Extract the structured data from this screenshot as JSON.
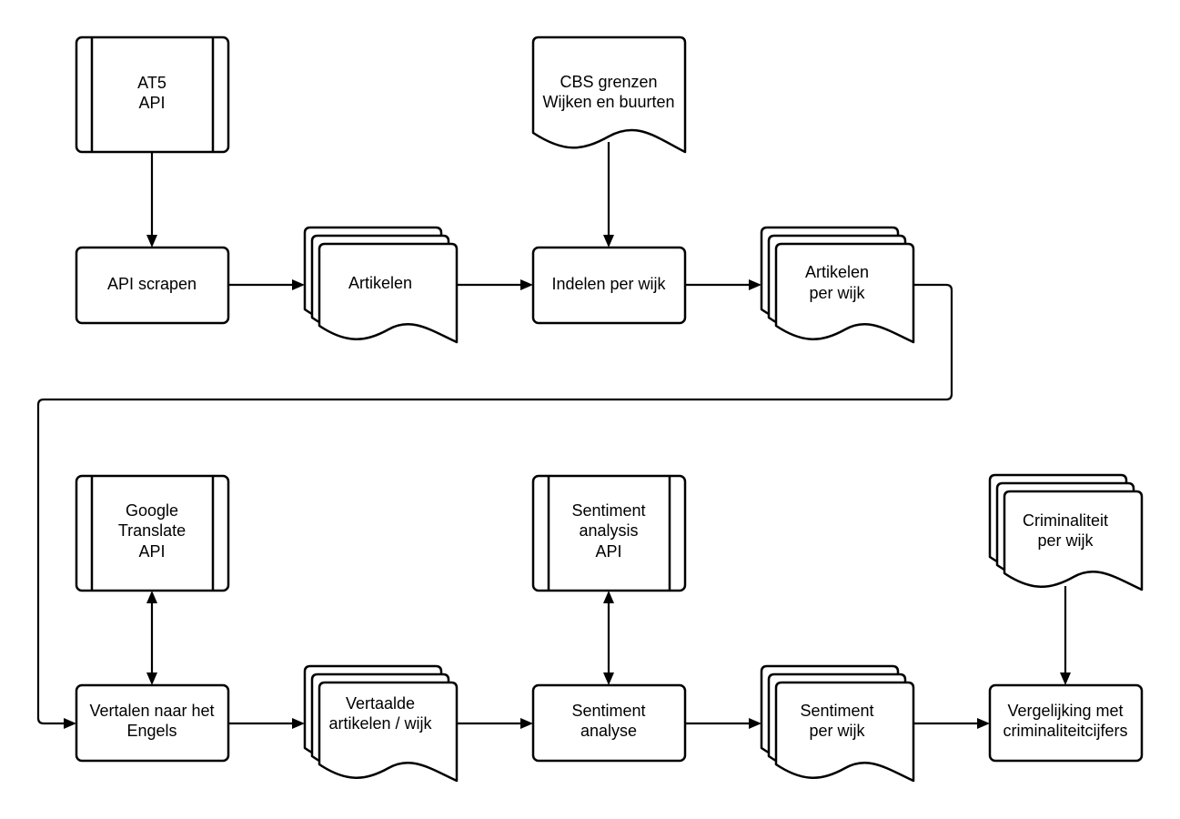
{
  "nodes": {
    "at5_api": {
      "line1": "AT5",
      "line2": "API"
    },
    "cbs": {
      "line1": "CBS grenzen",
      "line2": "Wijken en buurten"
    },
    "api_scrapen": {
      "line1": "API scrapen"
    },
    "artikelen": {
      "line1": "Artikelen"
    },
    "indelen": {
      "line1": "Indelen per wijk"
    },
    "artikelen_per_wijk": {
      "line1": "Artikelen",
      "line2": "per wijk"
    },
    "google_translate": {
      "line1": "Google",
      "line2": "Translate",
      "line3": "API"
    },
    "sentiment_api": {
      "line1": "Sentiment",
      "line2": "analysis",
      "line3": "API"
    },
    "criminaliteit": {
      "line1": "Criminaliteit",
      "line2": "per wijk"
    },
    "vertalen": {
      "line1": "Vertalen naar het",
      "line2": "Engels"
    },
    "vertaalde": {
      "line1": "Vertaalde",
      "line2": "artikelen / wijk"
    },
    "sentiment_analyse": {
      "line1": "Sentiment",
      "line2": "analyse"
    },
    "sentiment_per_wijk": {
      "line1": "Sentiment",
      "line2": "per wijk"
    },
    "vergelijking": {
      "line1": "Vergelijking met",
      "line2": "criminaliteitcijfers"
    }
  }
}
